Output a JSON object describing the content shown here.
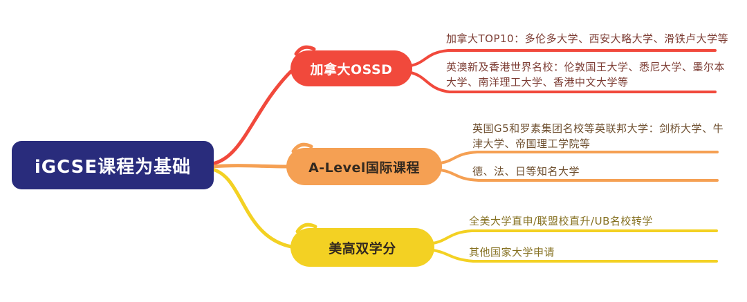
{
  "root": {
    "label": "iGCSE课程为基础",
    "color": "#292C7C",
    "text_color": "#FFFFFF"
  },
  "branches": [
    {
      "label": "加拿大OSSD",
      "color": "#F1493C",
      "text_color": "#FFFFFF",
      "leaf_text_color": "#7C3C33",
      "leaves": [
        "加拿大TOP10：多伦多大学、西安大略大学、滑铁卢大学等",
        "英澳新及香港世界名校：伦敦国王大学、悉尼大学、墨尔本\n大学、南洋理工大学、香港中文大学等"
      ]
    },
    {
      "label": "A-Level国际课程",
      "color": "#F5A053",
      "text_color": "#33291F",
      "leaf_text_color": "#6E4F2F",
      "leaves": [
        "英国G5和罗素集团名校等英联邦大学：剑桥大学、牛\n津大学、帝国理工学院等",
        "德、法、日等知名大学"
      ]
    },
    {
      "label": "美高双学分",
      "color": "#F3D123",
      "text_color": "#33291F",
      "leaf_text_color": "#857020",
      "leaves": [
        "全美大学直申/联盟校直升/UB名校转学",
        "其他国家大学申请"
      ]
    }
  ]
}
